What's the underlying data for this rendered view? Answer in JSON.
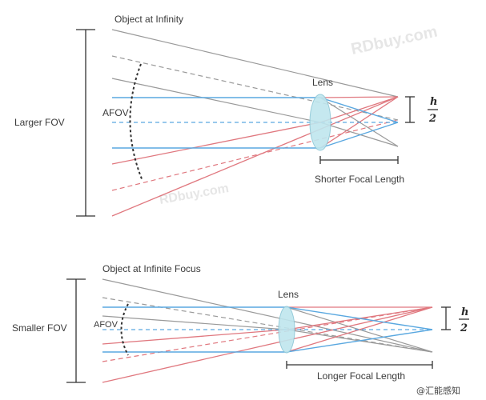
{
  "colors": {
    "gray_ray": "#9a9a9a",
    "red_ray": "#e0787f",
    "blue_ray": "#5aa8e0",
    "lens_fill": "#bfe6ee",
    "dim_line": "#333333"
  },
  "top_diagram": {
    "object_label": "Object at Infinity",
    "lens_label": "Lens",
    "fov_label": "Larger FOV",
    "afov_label": "AFOV",
    "focal_label": "Shorter Focal Length",
    "h_label": "h",
    "div_label": "2"
  },
  "bottom_diagram": {
    "object_label": "Object at Infinite Focus",
    "lens_label": "Lens",
    "fov_label": "Smaller FOV",
    "afov_label": "AFOV",
    "focal_label": "Longer Focal Length",
    "h_label": "h",
    "div_label": "2"
  },
  "watermarks": {
    "main": "RDbuy.com",
    "center": "RDbuy.com",
    "brand": "@汇能感知"
  }
}
